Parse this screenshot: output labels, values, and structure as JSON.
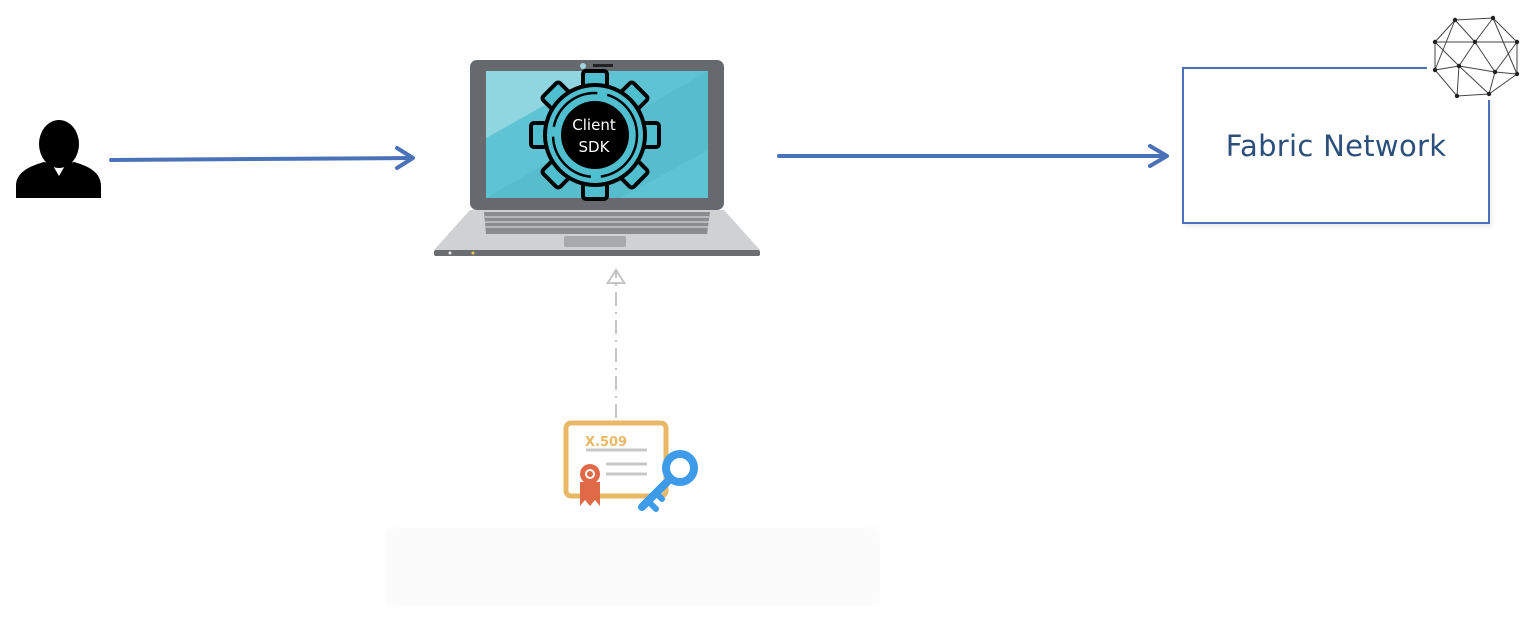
{
  "diagram": {
    "sdk_label_line1": "Client",
    "sdk_label_line2": "SDK",
    "certificate_label": "X.509",
    "network_label": "Fabric Network"
  },
  "colors": {
    "arrow": "#4a72b8",
    "screen_teal": "#5ec3d3",
    "laptop_frame": "#666a6e",
    "certificate": "#e8b866",
    "ribbon": "#e06a48",
    "key": "#3d9be9",
    "network_text": "#2c4f7c"
  },
  "icons": [
    "user-icon",
    "laptop-icon",
    "gear-icon",
    "certificate-icon",
    "key-icon",
    "fabric-logo-icon"
  ]
}
